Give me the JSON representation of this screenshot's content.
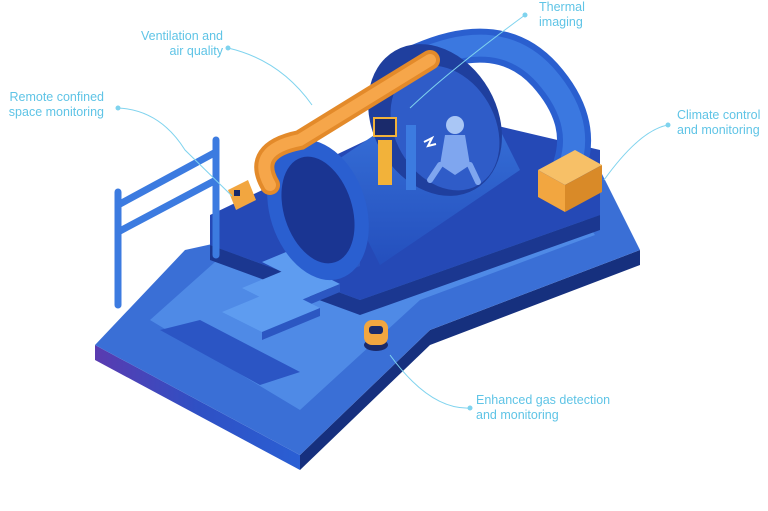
{
  "callouts": {
    "ventilation": [
      "Ventilation and",
      "air quality"
    ],
    "thermal": [
      "Thermal",
      "imaging"
    ],
    "remote": [
      "Remote confined",
      "space monitoring"
    ],
    "climate": [
      "Climate control",
      "and monitoring"
    ],
    "gas": [
      "Enhanced gas detection",
      "and monitoring"
    ]
  },
  "colors": {
    "label": "#5fc4e6",
    "leader_line": "#7fd3ee",
    "platform_top": "#3b6fd8",
    "platform_side": "#1c3a93",
    "pipe": "#2f66d4",
    "duct_orange": "#f39a3a",
    "box_orange": "#f2a640"
  }
}
